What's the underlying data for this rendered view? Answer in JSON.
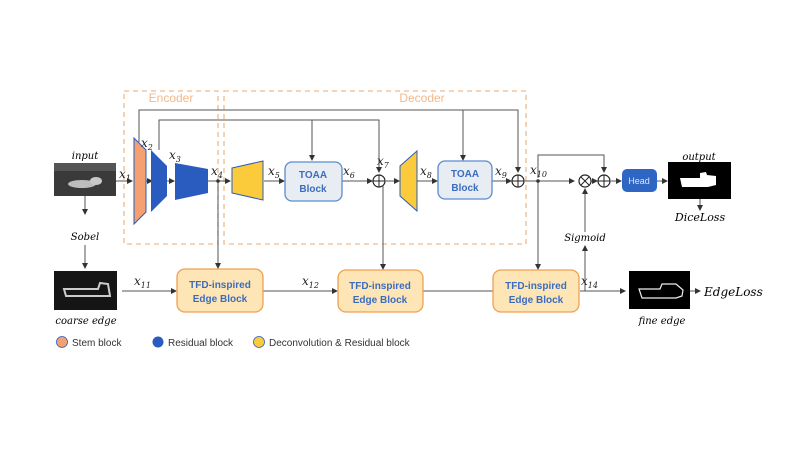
{
  "regions": {
    "encoder": "Encoder",
    "decoder": "Decoder"
  },
  "images": {
    "input_label": "input",
    "coarse_label": "coarse edge",
    "output_label": "output",
    "fine_label": "fine edge"
  },
  "ops": {
    "sobel": "Sobel",
    "sigmoid": "Sigmoid",
    "dice_loss": "DiceLoss",
    "edge_loss": "EdgeLoss",
    "head": "Head"
  },
  "blocks": {
    "toaa_1": [
      "TOAA",
      "Block"
    ],
    "toaa_2": [
      "TOAA",
      "Block"
    ],
    "tfd_1": [
      "TFD-inspired",
      "Edge Block"
    ],
    "tfd_2": [
      "TFD-inspired",
      "Edge Block"
    ],
    "tfd_3": [
      "TFD-inspired",
      "Edge Block"
    ]
  },
  "vars": {
    "x1": {
      "base": "x",
      "sub": "1"
    },
    "x2": {
      "base": "x",
      "sub": "2"
    },
    "x3": {
      "base": "x",
      "sub": "3"
    },
    "x4": {
      "base": "x",
      "sub": "4"
    },
    "x5": {
      "base": "x",
      "sub": "5"
    },
    "x6": {
      "base": "x",
      "sub": "6"
    },
    "x7": {
      "base": "x",
      "sub": "7"
    },
    "x8": {
      "base": "x",
      "sub": "8"
    },
    "x9": {
      "base": "x",
      "sub": "9"
    },
    "x10": {
      "base": "x",
      "sub": "10"
    },
    "x11": {
      "base": "x",
      "sub": "11"
    },
    "x12": {
      "base": "x",
      "sub": "12"
    },
    "x14": {
      "base": "x",
      "sub": "14"
    }
  },
  "legend": [
    {
      "label": "Stem block",
      "color": "#f4a070"
    },
    {
      "label": "Residual block",
      "color": "#2a5cbf"
    },
    {
      "label": "Deconvolution & Residual block",
      "color": "#fbcb3c"
    }
  ],
  "colors": {
    "stem": "#f4a070",
    "residual": "#2a5cbf",
    "deconv": "#fbcb3c",
    "region_border": "#f2b98c",
    "toaa_fill": "#e8ecf3",
    "toaa_border": "#5b8bd0",
    "tfd_fill": "#fde5b5",
    "tfd_border": "#f0a050",
    "head_fill": "#2f66c4",
    "line": "#555555"
  }
}
